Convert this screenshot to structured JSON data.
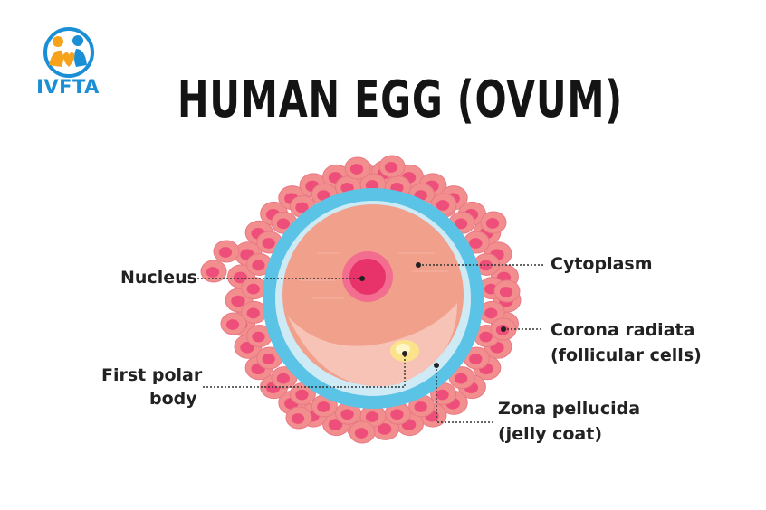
{
  "brand": {
    "name": "IVFTA"
  },
  "title": "HUMAN EGG (OVUM)",
  "labels": {
    "nucleus": "Nucleus",
    "first_polar_body_line1": "First polar",
    "first_polar_body_line2": "body",
    "cytoplasm": "Cytoplasm",
    "corona_line1": "Corona radiata",
    "corona_line2": "(follicular cells)",
    "zona_line1": "Zona pellucida",
    "zona_line2": "(jelly coat)"
  },
  "colors": {
    "cell_fill": "#f28e8e",
    "cell_inner": "#ee4f7a",
    "zona_outer": "#5bc3e6",
    "zona_inner": "#cdeaf5",
    "cytoplasm": "#f1a08c",
    "nucleus_outer": "#f26d8f",
    "nucleus_inner": "#e8336a",
    "polar_body": "#fbe38a",
    "brand_blue": "#1a8fd6"
  }
}
